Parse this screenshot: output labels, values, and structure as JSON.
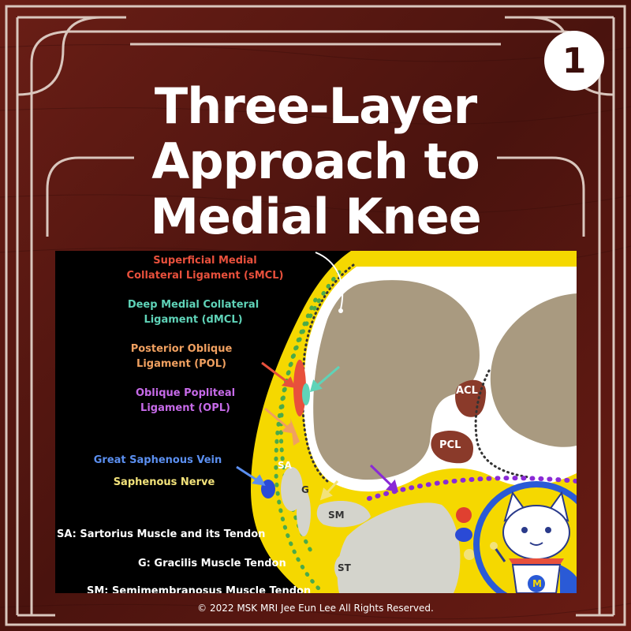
{
  "badge": "1",
  "title": [
    "Three-Layer",
    "Approach to",
    "Medial Knee"
  ],
  "legend": [
    {
      "lines": [
        "Superficial Medial",
        "Collateral Ligament (sMCL)"
      ],
      "color": "#e8503c"
    },
    {
      "lines": [
        "Deep Medial Collateral",
        "Ligament (dMCL)"
      ],
      "color": "#5fd3b8"
    },
    {
      "lines": [
        "Posterior Oblique",
        "Ligament (POL)"
      ],
      "color": "#f0a060"
    },
    {
      "lines": [
        "Oblique Popliteal",
        "Ligament (OPL)"
      ],
      "color": "#c66ae8"
    },
    {
      "lines": [
        "Great Saphenous Vein"
      ],
      "color": "#5b8ff0"
    },
    {
      "lines": [
        "Saphenous Nerve"
      ],
      "color": "#f2e27a"
    }
  ],
  "abbreviations": [
    "SA: Sartorius Muscle and its Tendon",
    "G: Gracilis Muscle Tendon",
    "SM: Semimembranosus Muscle Tendon"
  ],
  "labels": {
    "acl": "ACL",
    "pcl": "PCL",
    "sa": "SA",
    "g": "G",
    "sm": "SM",
    "st": "ST"
  },
  "mascot_letter": "M",
  "copyright": "© 2022 MSK MRI Jee Eun Lee All Rights Reserved.",
  "colors": {
    "background": "#5a1a14",
    "frame": "#d9c6bd",
    "diagram_bg": "#000000",
    "fat": "#f5d800",
    "bone": "#a99a80",
    "ligament": "#8a3a2a"
  }
}
